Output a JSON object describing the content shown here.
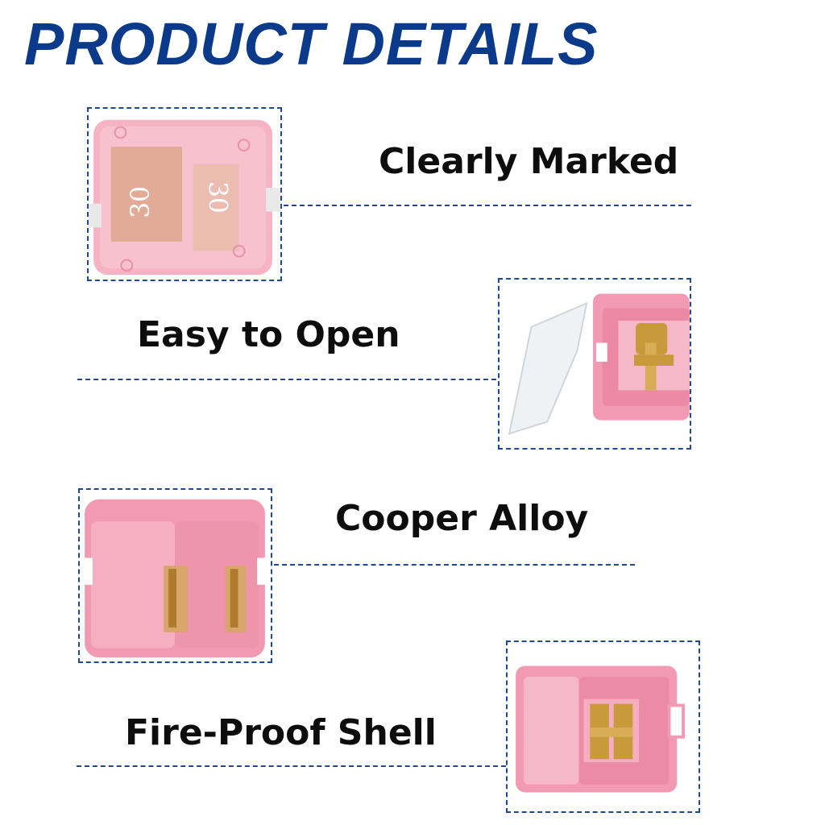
{
  "header": {
    "title": "PRODUCT DETAILS"
  },
  "features": [
    {
      "label": "Clearly Marked",
      "marking": "30"
    },
    {
      "label": "Easy to Open"
    },
    {
      "label": "Cooper Alloy"
    },
    {
      "label": "Fire-Proof Shell"
    }
  ],
  "colors": {
    "title": "#0b3a8a",
    "dashed_border": "#1f4a93",
    "fuse_pink": "#f29ab3",
    "contact_copper": "#c89a3c"
  }
}
